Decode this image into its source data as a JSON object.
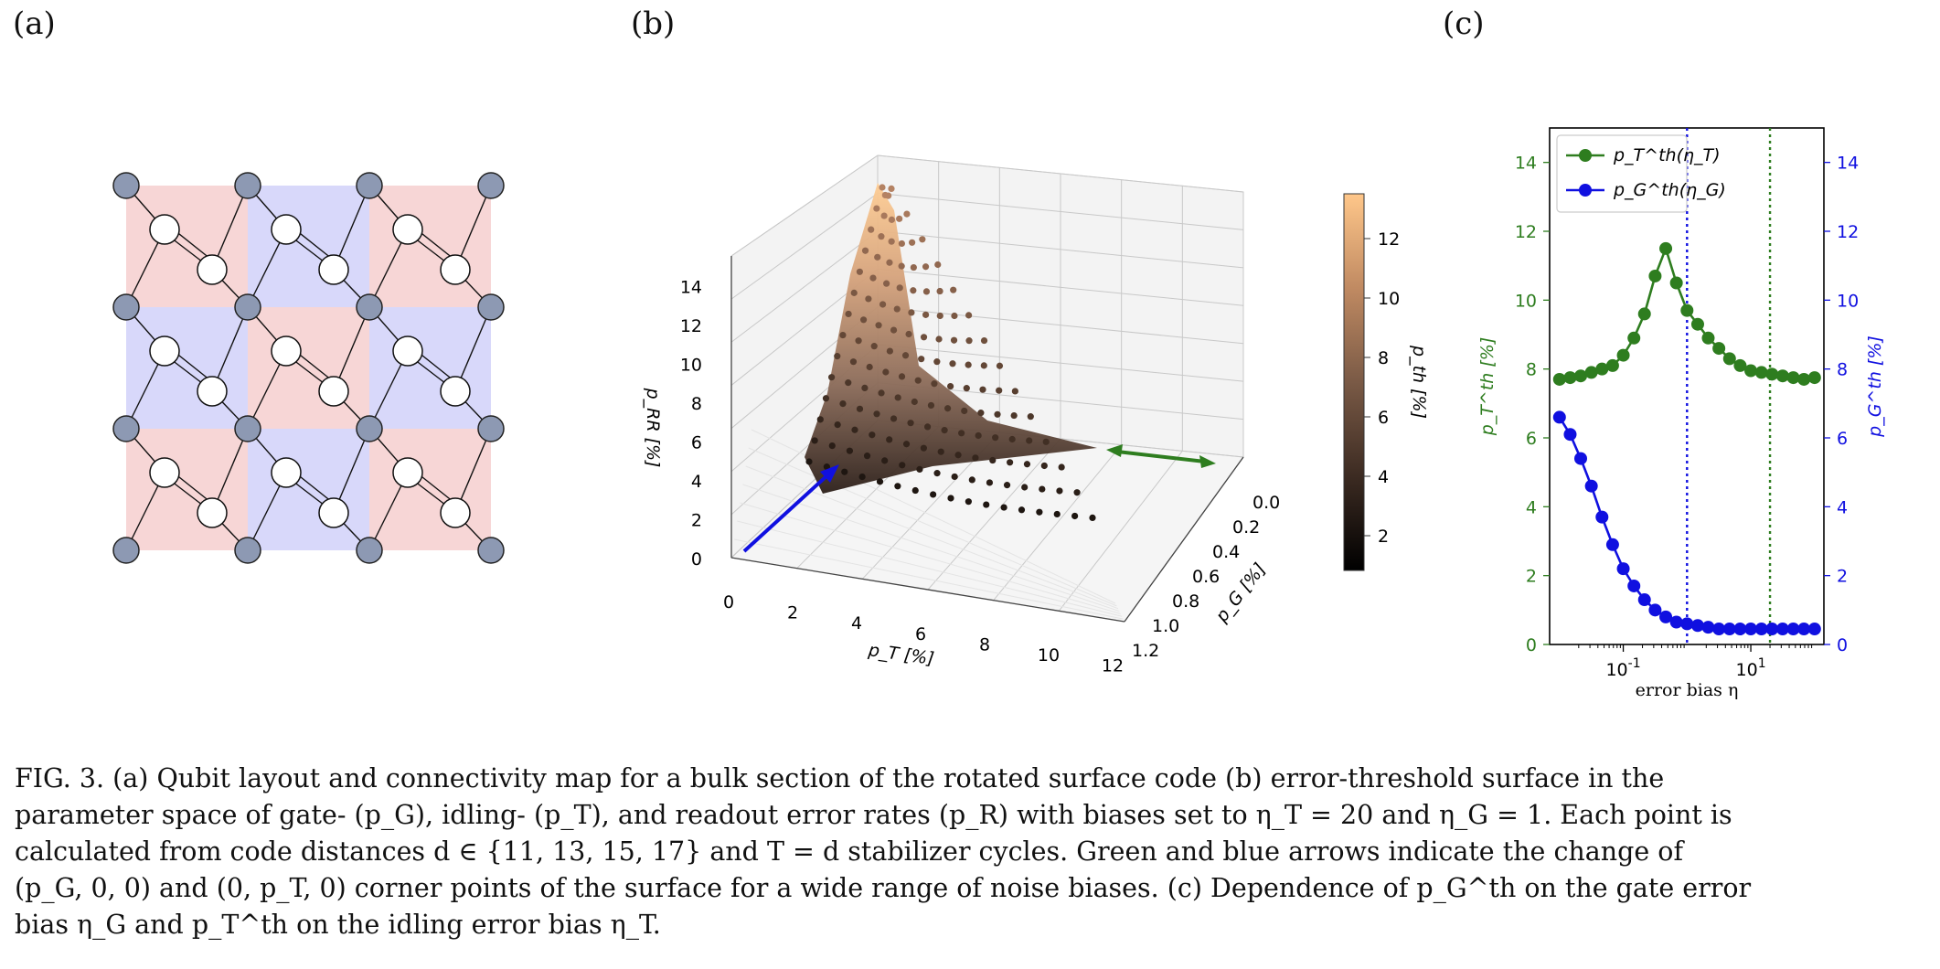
{
  "panel_labels": {
    "a": "(a)",
    "b": "(b)",
    "c": "(c)"
  },
  "caption": [
    "FIG. 3. (a) Qubit layout and connectivity map for a bulk section of the rotated surface code (b) error-threshold surface in the",
    "parameter space of gate- (p_G), idling- (p_T), and readout error rates (p_R) with biases set to η_T = 20 and η_G = 1. Each point is",
    "calculated from code distances d ∈ {11, 13, 15, 17} and T = d stabilizer cycles. Green and blue arrows indicate the change of",
    "(p_G, 0, 0) and (0, p_T, 0) corner points of the surface for a wide range of noise biases. (c) Dependence of p_G^th on the gate error",
    "bias η_G and p_T^th on the idling error bias η_T."
  ],
  "panel_a": {
    "colors": {
      "red_plaquette": "#f7d6d6",
      "blue_plaquette": "#d8d8fa",
      "data_qubit": "#8d99b3",
      "ancilla": "#ffffff"
    },
    "grid": "3x3 plaquettes, 4x4 data qubits"
  },
  "panel_b": {
    "z_ticks": [
      "0",
      "2",
      "4",
      "6",
      "8",
      "10",
      "12",
      "14"
    ],
    "x_ticks": [
      "0",
      "2",
      "4",
      "6",
      "8",
      "10",
      "12"
    ],
    "y_ticks": [
      "0.0",
      "0.2",
      "0.4",
      "0.6",
      "0.8",
      "1.0",
      "1.2"
    ],
    "zlabel": "p_RR [%]",
    "xlabel": "p_T [%]",
    "ylabel": "p_G [%]",
    "colorbar_ticks": [
      "2",
      "4",
      "6",
      "8",
      "10",
      "12"
    ],
    "colorbar_label": "p_th [%]",
    "colors": {
      "arrow_green": "#2e7d1f",
      "arrow_blue": "#1010e0",
      "cbar_low": "#000000",
      "cbar_high": "#ffc78a"
    }
  },
  "chart_data": {
    "type": "line",
    "xlabel": "error bias η",
    "xscale": "log",
    "x_ticks": [
      "10^-1",
      "10^1"
    ],
    "ylabel_left": "p_T^th [%]",
    "ylabel_right": "p_G^th [%]",
    "ylim": [
      0,
      15
    ],
    "y_ticks": [
      "0",
      "2",
      "4",
      "6",
      "8",
      "10",
      "12",
      "14"
    ],
    "legend": "top-left",
    "vlines": [
      {
        "x": 1,
        "color": "#1010e0",
        "style": "dotted"
      },
      {
        "x": 20,
        "color": "#2e7d1f",
        "style": "dotted"
      }
    ],
    "series": [
      {
        "name": "p_T^th(η_T)",
        "color": "#2e7d1f",
        "x": [
          0.01,
          0.0147,
          0.0215,
          0.0316,
          0.0464,
          0.0681,
          0.1,
          0.147,
          0.215,
          0.316,
          0.464,
          0.681,
          1.0,
          1.47,
          2.15,
          3.16,
          4.64,
          6.81,
          10,
          14.7,
          21.5,
          31.6,
          46.4,
          68.1,
          100
        ],
        "values": [
          7.7,
          7.75,
          7.8,
          7.9,
          8.0,
          8.1,
          8.4,
          8.9,
          9.6,
          10.7,
          11.5,
          10.5,
          9.7,
          9.3,
          8.9,
          8.6,
          8.3,
          8.1,
          7.95,
          7.9,
          7.85,
          7.8,
          7.75,
          7.7,
          7.75
        ]
      },
      {
        "name": "p_G^th(η_G)",
        "color": "#1010e0",
        "x": [
          0.01,
          0.0147,
          0.0215,
          0.0316,
          0.0464,
          0.0681,
          0.1,
          0.147,
          0.215,
          0.316,
          0.464,
          0.681,
          1.0,
          1.47,
          2.15,
          3.16,
          4.64,
          6.81,
          10,
          14.7,
          21.5,
          31.6,
          46.4,
          68.1,
          100
        ],
        "values": [
          6.6,
          6.1,
          5.4,
          4.6,
          3.7,
          2.9,
          2.2,
          1.7,
          1.3,
          1.0,
          0.8,
          0.65,
          0.6,
          0.55,
          0.5,
          0.45,
          0.45,
          0.45,
          0.45,
          0.45,
          0.45,
          0.45,
          0.45,
          0.45,
          0.45
        ]
      }
    ]
  }
}
